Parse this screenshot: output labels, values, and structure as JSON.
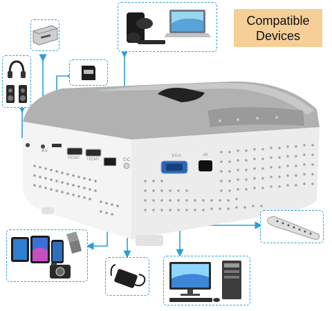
{
  "badge": {
    "line1": "Compatible",
    "line2": "Devices"
  },
  "ports": {
    "av": "AV",
    "hdmi": "HDMI",
    "vga": "VGA",
    "ir": "IR",
    "dc": "DC"
  },
  "colors": {
    "connector_line": "#2a9fd6",
    "badge_bg": "#f5cf97",
    "projector_top": "#a9a9a9",
    "projector_body": "#f2f2f2"
  },
  "devices": [
    "headphones-and-speakers",
    "dvd-player",
    "microsd-card",
    "game-console-and-streaming-stick",
    "laptop",
    "remote-control",
    "tablets-phone-usb-drive-camera",
    "power-adapter",
    "desktop-computer"
  ]
}
